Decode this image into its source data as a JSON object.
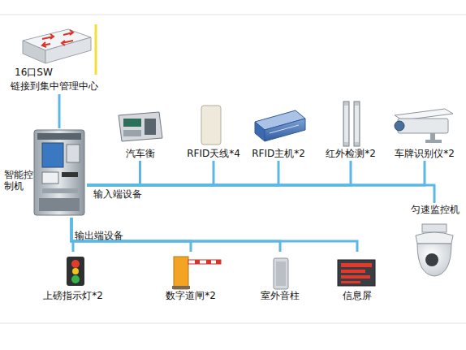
{
  "diagram": {
    "nodes": [
      {
        "text": [
          "16口SW",
          "链接到集中管理中心"
        ]
      },
      {
        "text": [
          "智能控制机"
        ]
      },
      {
        "text": [
          "汽车衡"
        ]
      },
      {
        "text": [
          "RFID天线*4"
        ]
      },
      {
        "text": [
          "RFID主机*2"
        ]
      },
      {
        "text": [
          "红外检测*2"
        ]
      },
      {
        "text": [
          "车牌识别仪*2"
        ]
      },
      {
        "text": [
          "匀速监控机"
        ]
      },
      {
        "text": [
          "上磅指示灯*2"
        ]
      },
      {
        "text": [
          "数字道闸*2"
        ]
      },
      {
        "text": [
          "室外音柱"
        ]
      },
      {
        "text": [
          "信息屏"
        ]
      }
    ],
    "edges": [
      {
        "from": 0,
        "to": 1,
        "arrow": "none"
      },
      {
        "from": 1,
        "to": 2,
        "arrow": "none"
      },
      {
        "from": 1,
        "to": 3,
        "arrow": "none"
      },
      {
        "from": 1,
        "to": 4,
        "arrow": "none"
      },
      {
        "from": 1,
        "to": 5,
        "arrow": "none"
      },
      {
        "from": 1,
        "to": 6,
        "arrow": "none"
      },
      {
        "from": 1,
        "to": 7,
        "arrow": "none"
      },
      {
        "from": 1,
        "to": 8,
        "arrow": "none"
      },
      {
        "from": 1,
        "to": 9,
        "arrow": "none"
      },
      {
        "from": 1,
        "to": 10,
        "arrow": "none"
      },
      {
        "from": 1,
        "to": 11,
        "arrow": "none"
      }
    ],
    "labels": [
      "输入端设备",
      "输出端设备"
    ]
  }
}
